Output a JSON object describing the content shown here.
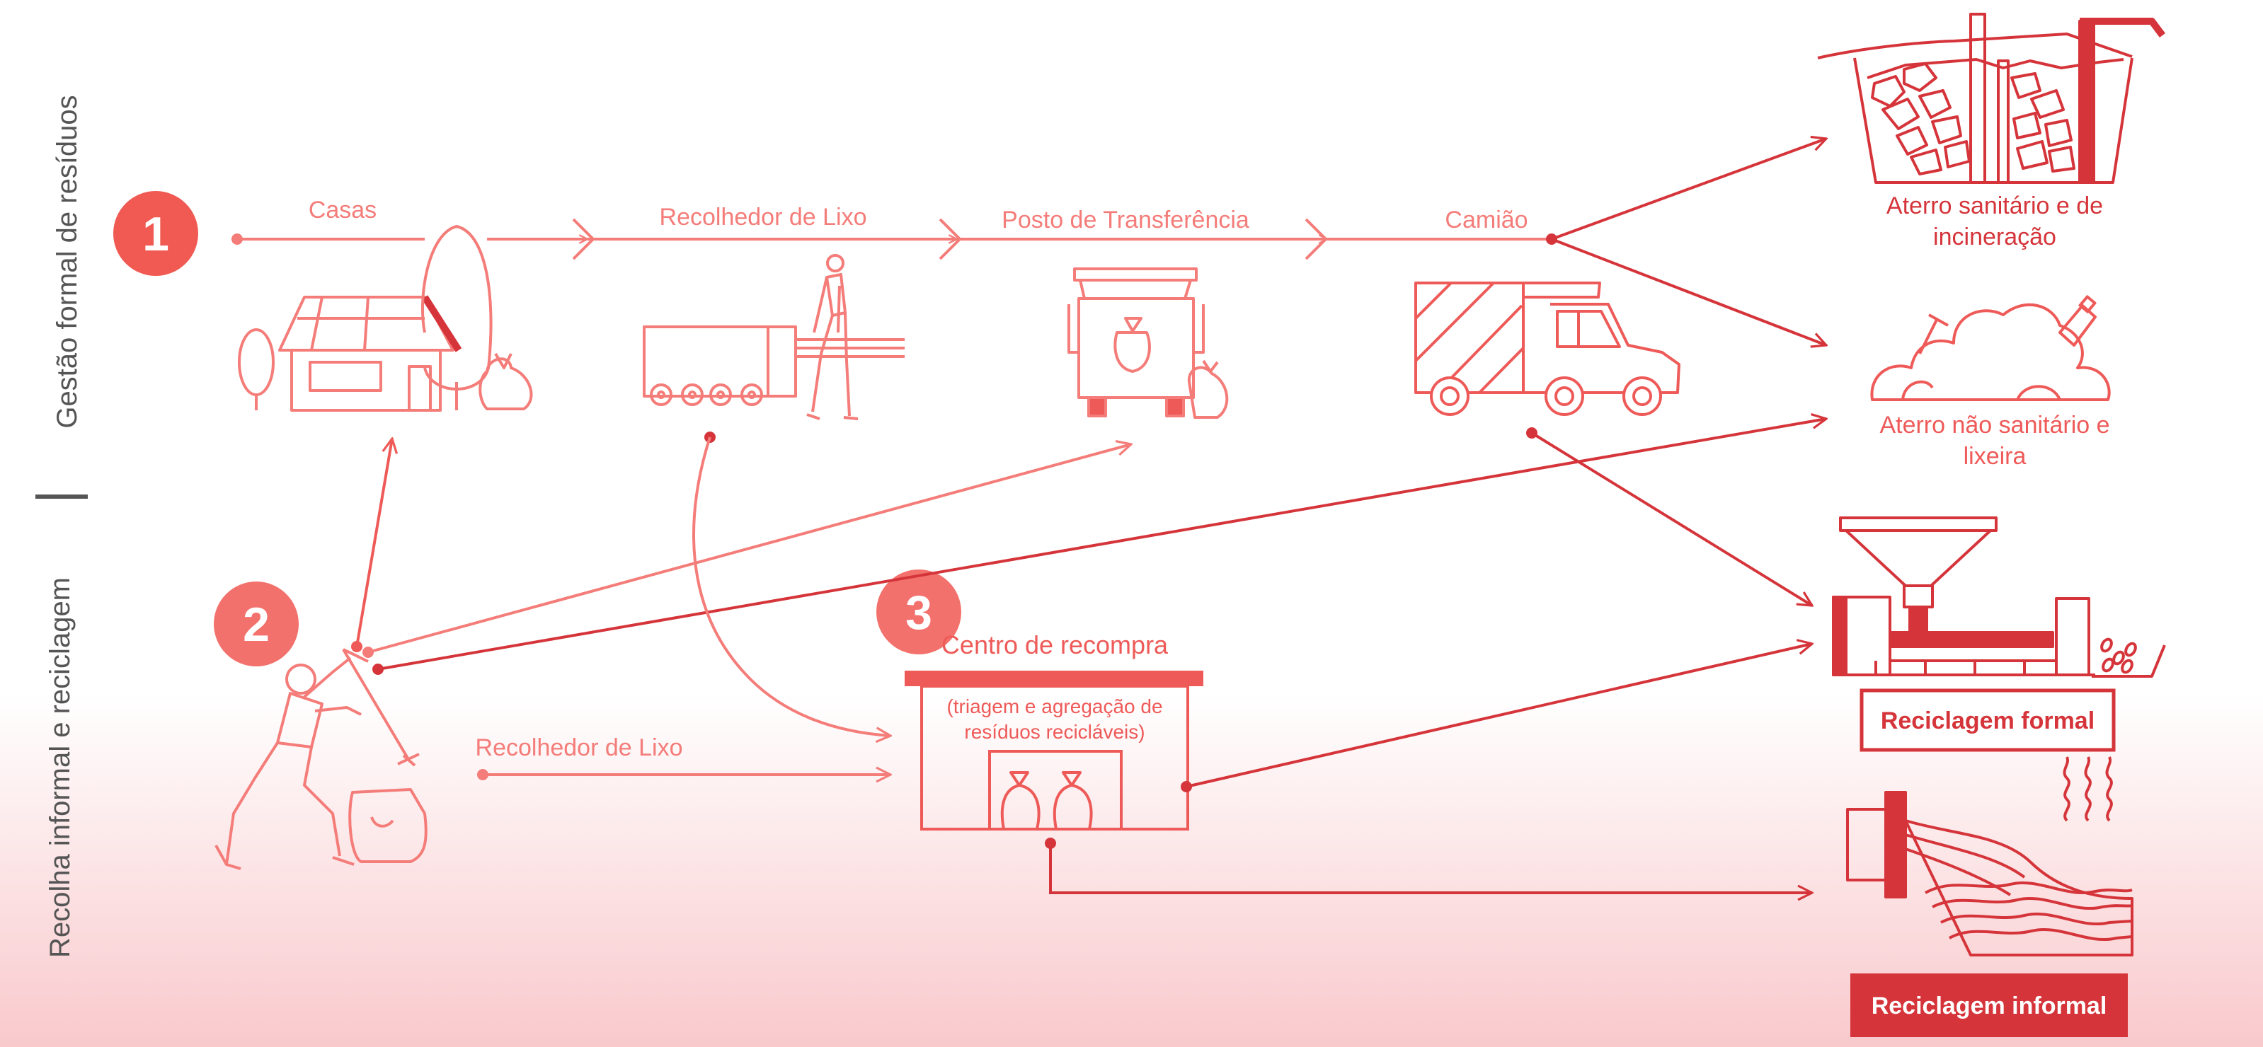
{
  "sections": {
    "formal": "Gestão formal de resíduos",
    "informal": "Recolha informal e reciclagem"
  },
  "badges": [
    "1",
    "2",
    "3"
  ],
  "stages": {
    "houses": "Casas",
    "collector_top": "Recolhedor de Lixo",
    "transfer": "Posto de Transferência",
    "truck": "Camião",
    "collector_bottom": "Recolhedor de Lixo",
    "buyback_title": "Centro de recompra",
    "buyback_line1": "(triagem e agregação de",
    "buyback_line2": "resíduos recicláveis)"
  },
  "destinations": {
    "sanitary_line1": "Aterro sanitário e de",
    "sanitary_line2": "incineração",
    "open_dump_line1": "Aterro não sanitário e",
    "open_dump_line2": "lixeira",
    "formal_recycling": "Reciclagem formal",
    "informal_recycling": "Reciclagem informal"
  },
  "colors": {
    "light": "#f47c79",
    "medium": "#ee5a58",
    "dark": "#d5353a",
    "badge": "#f05a52",
    "badge_light": "#f3716d",
    "section_text": "#555555"
  }
}
